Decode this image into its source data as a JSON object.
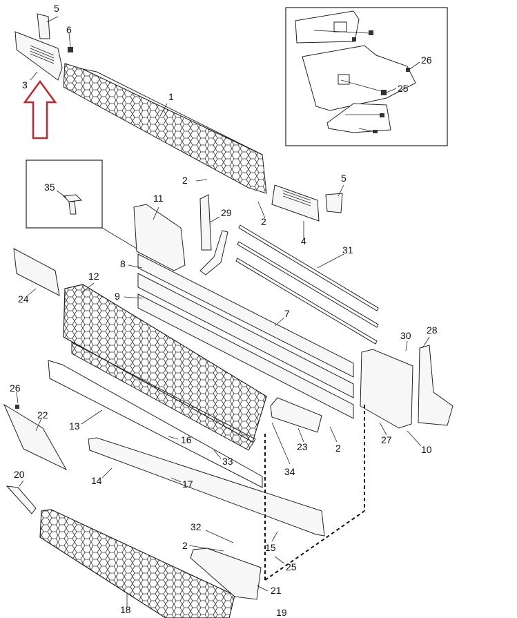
{
  "callouts": {
    "c1": "1",
    "c2a": "2",
    "c2b": "2",
    "c2c": "2",
    "c2d": "2",
    "c3": "3",
    "c4": "4",
    "c5a": "5",
    "c5b": "5",
    "c6": "6",
    "c7": "7",
    "c8": "8",
    "c9": "9",
    "c10": "10",
    "c11": "11",
    "c12": "12",
    "c13": "13",
    "c14": "14",
    "c15": "15",
    "c16": "16",
    "c17": "17",
    "c18": "18",
    "c19": "19",
    "c20": "20",
    "c21": "21",
    "c22": "22",
    "c23": "23",
    "c24": "24",
    "c25a": "25",
    "c25b": "25",
    "c26a": "26",
    "c26b": "26",
    "c27": "27",
    "c28": "28",
    "c29": "29",
    "c30": "30",
    "c31": "31",
    "c32": "32",
    "c33": "33",
    "c34": "34",
    "c35": "35"
  },
  "colors": {
    "highlight_arrow": "#c0262d",
    "line": "#222222",
    "part_fill": "#f7f7f7"
  },
  "icons": {
    "highlight": "arrow-up-outline-icon"
  }
}
